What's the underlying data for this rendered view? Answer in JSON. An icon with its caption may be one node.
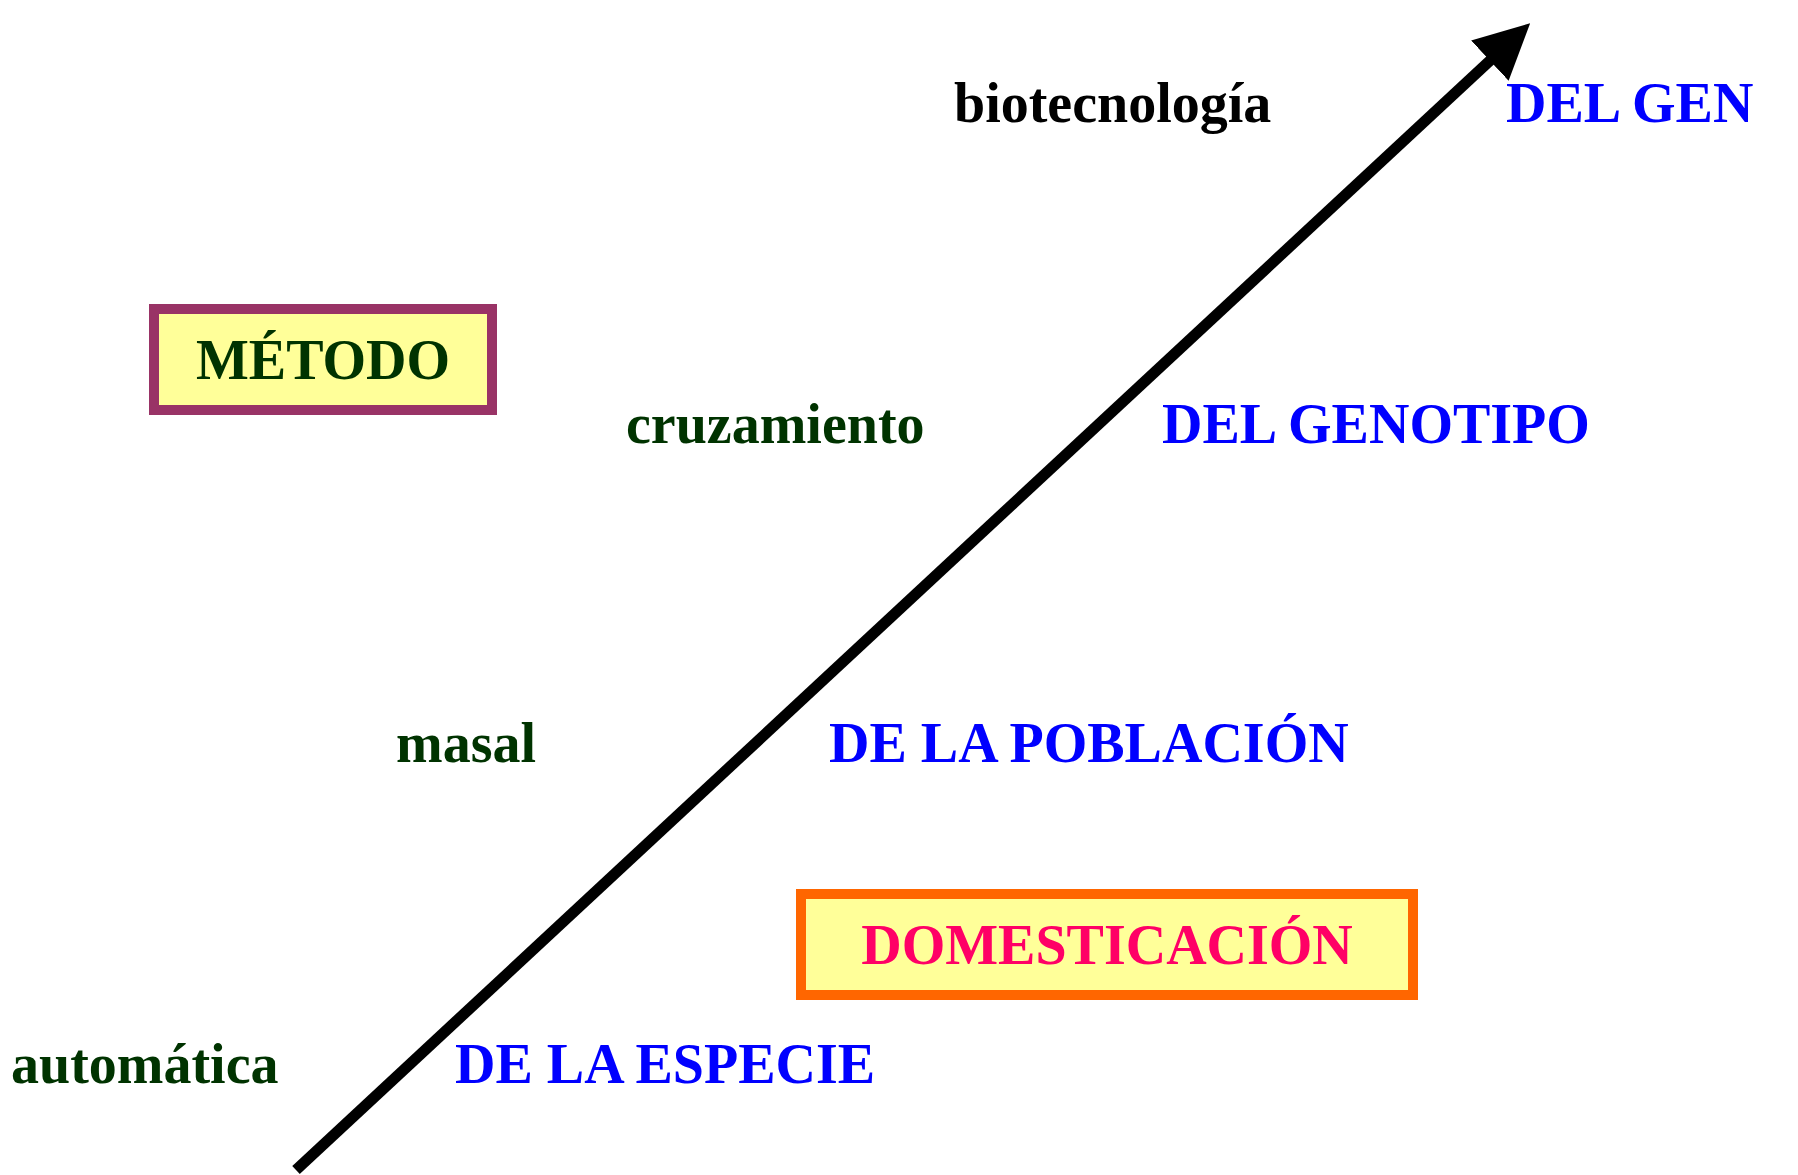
{
  "diagram": {
    "nodes": [
      {
        "text": [
          "MÉTODO"
        ]
      },
      {
        "text": [
          "DOMESTICACIÓN"
        ]
      }
    ],
    "labels": [
      "biotecnología",
      "DEL GEN",
      "cruzamiento",
      "DEL GENOTIPO",
      "masal",
      "DE LA POBLACIÓN",
      "automática",
      "DE LA ESPECIE"
    ]
  }
}
